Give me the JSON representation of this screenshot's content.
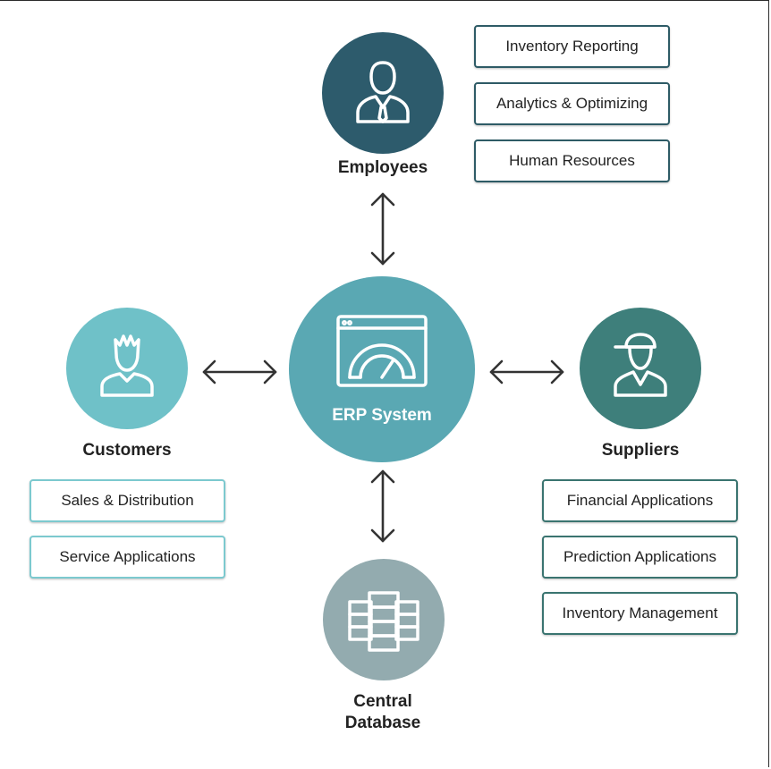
{
  "nodes": {
    "employees": {
      "label": "Employees",
      "icon": "person-tie-icon",
      "color": "#2d5b6c"
    },
    "customers": {
      "label": "Customers",
      "icon": "person-crown-icon",
      "color": "#6fc1c8"
    },
    "suppliers": {
      "label": "Suppliers",
      "icon": "person-cap-icon",
      "color": "#3e7f7b"
    },
    "database": {
      "label_line1": "Central",
      "label_line2": "Database",
      "icon": "database-icon",
      "color": "#93abaf"
    },
    "erp": {
      "label": "ERP System",
      "icon": "dashboard-gauge-icon",
      "color": "#5aa8b3"
    }
  },
  "employees_boxes": [
    "Inventory Reporting",
    "Analytics & Optimizing",
    "Human Resources"
  ],
  "customers_boxes": [
    "Sales & Distribution",
    "Service Applications"
  ],
  "suppliers_boxes": [
    "Financial Applications",
    "Prediction Applications",
    "Inventory Management"
  ],
  "connectors": {
    "icon": "double-arrow-icon",
    "color": "#333333"
  }
}
